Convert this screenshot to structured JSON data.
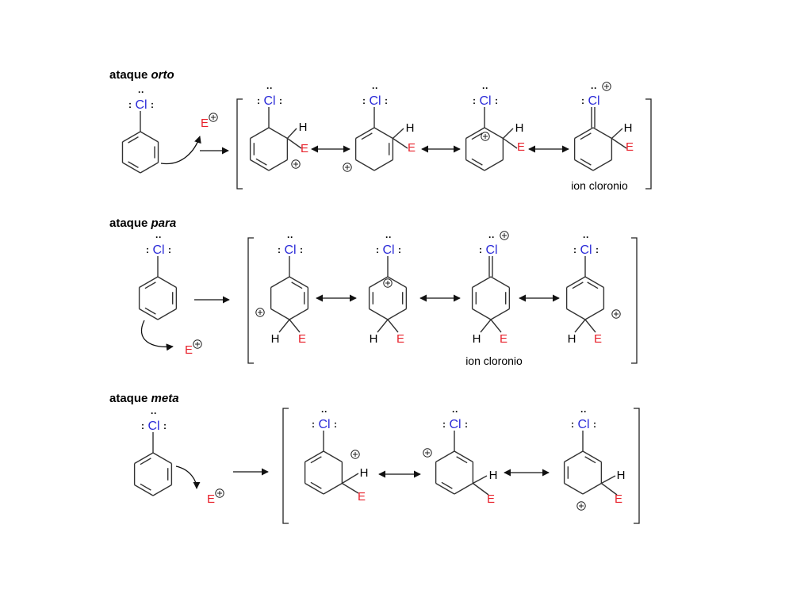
{
  "sections": [
    {
      "prefix": "ataque ",
      "emph": "orto"
    },
    {
      "prefix": "ataque ",
      "emph": "para"
    },
    {
      "prefix": "ataque ",
      "emph": "meta"
    }
  ],
  "labels": {
    "chlorine": "Cl",
    "electrophile": "E",
    "hydrogen": "H",
    "chloronium_ion": "ion cloronio"
  },
  "colors": {
    "chlorine": "#2b2bd8",
    "electrophile": "#e8202a",
    "bonds": "#333333"
  },
  "icons": [
    "plus-charge-icon",
    "reaction-arrow-icon",
    "resonance-arrow-icon",
    "curved-arrow-icon",
    "bracket-icon"
  ]
}
